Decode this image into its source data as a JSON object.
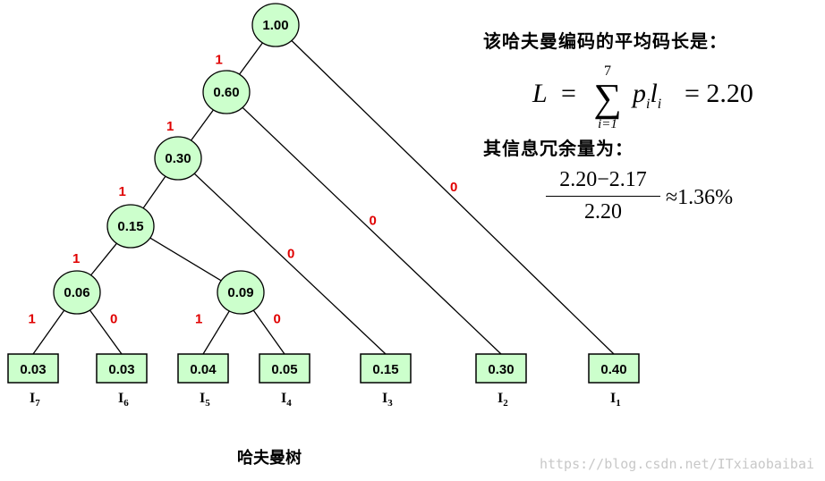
{
  "diagram": {
    "internal_nodes": [
      {
        "id": "n100",
        "label": "1.00"
      },
      {
        "id": "n060",
        "label": "0.60"
      },
      {
        "id": "n030",
        "label": "0.30"
      },
      {
        "id": "n015",
        "label": "0.15"
      },
      {
        "id": "n006",
        "label": "0.06"
      },
      {
        "id": "n009",
        "label": "0.09"
      }
    ],
    "leaves": [
      {
        "id": "l7",
        "value": "0.03",
        "name": "I",
        "sub": "7"
      },
      {
        "id": "l6",
        "value": "0.03",
        "name": "I",
        "sub": "6"
      },
      {
        "id": "l5",
        "value": "0.04",
        "name": "I",
        "sub": "5"
      },
      {
        "id": "l4",
        "value": "0.05",
        "name": "I",
        "sub": "4"
      },
      {
        "id": "l3",
        "value": "0.15",
        "name": "I",
        "sub": "3"
      },
      {
        "id": "l2",
        "value": "0.30",
        "name": "I",
        "sub": "2"
      },
      {
        "id": "l1",
        "value": "0.40",
        "name": "I",
        "sub": "1"
      }
    ],
    "edges": [
      {
        "from": "n100",
        "to": "n060",
        "label": "1"
      },
      {
        "from": "n100",
        "to": "l1",
        "label": "0"
      },
      {
        "from": "n060",
        "to": "n030",
        "label": "1"
      },
      {
        "from": "n060",
        "to": "l2",
        "label": "0"
      },
      {
        "from": "n030",
        "to": "n015",
        "label": "1"
      },
      {
        "from": "n030",
        "to": "l3",
        "label": "0"
      },
      {
        "from": "n015",
        "to": "n006",
        "label": "1"
      },
      {
        "from": "n015",
        "to": "n009",
        "label": ""
      },
      {
        "from": "n006",
        "to": "l7",
        "label": "1"
      },
      {
        "from": "n006",
        "to": "l6",
        "label": "0"
      },
      {
        "from": "n009",
        "to": "l5",
        "label": "1"
      },
      {
        "from": "n009",
        "to": "l4",
        "label": "0"
      }
    ],
    "caption": "哈夫曼树"
  },
  "formula": {
    "line1": "该哈夫曼编码的平均码长是：",
    "L": "L",
    "eq": "=",
    "sum_top": "7",
    "sum_symbol": "∑",
    "sum_bottom": "i=1",
    "p": "p",
    "p_sub": "i",
    "l": "l",
    "l_sub": "i",
    "result": "= 2.20",
    "line2": "其信息冗余量为：",
    "frac_num": "2.20−2.17",
    "frac_den": "2.20",
    "approx": "≈1.36%"
  },
  "colors": {
    "node_fill": "#ccffcc",
    "edge_label": "#e00000",
    "stroke": "#000000"
  },
  "watermark": "https://blog.csdn.net/ITxiaobaibai"
}
